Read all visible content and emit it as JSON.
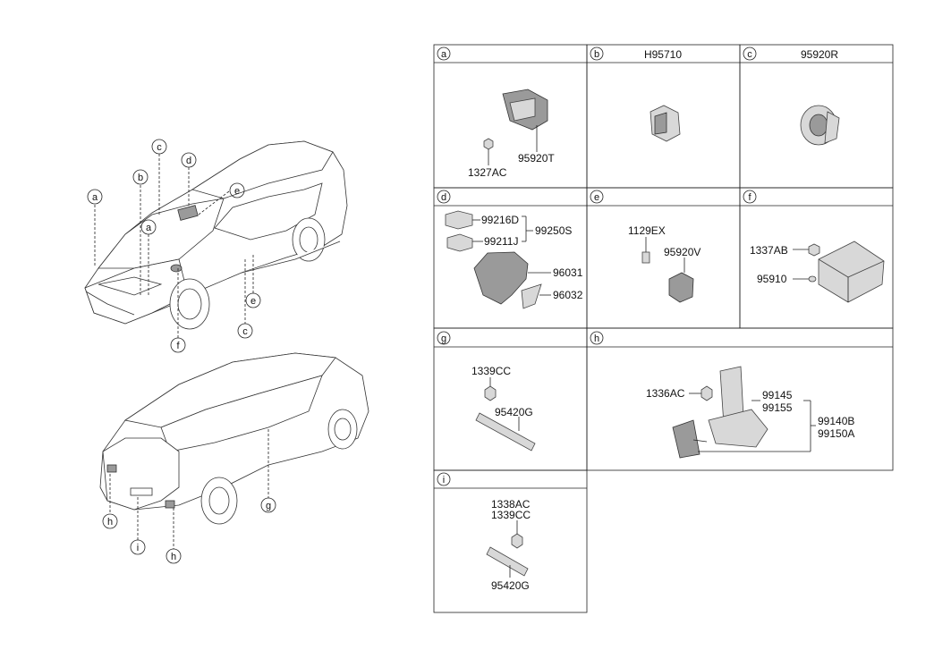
{
  "callouts": {
    "a": "a",
    "b": "b",
    "c": "c",
    "d": "d",
    "e": "e",
    "f": "f",
    "g": "g",
    "h": "h",
    "i": "i"
  },
  "panels": {
    "a": {
      "letter": "a",
      "parts": [
        "95920T",
        "1327AC"
      ]
    },
    "b": {
      "letter": "b",
      "title": "H95710"
    },
    "c": {
      "letter": "c",
      "title": "95920R"
    },
    "d": {
      "letter": "d",
      "parts": [
        "99216D",
        "99211J",
        "99250S",
        "96031",
        "96032"
      ]
    },
    "e": {
      "letter": "e",
      "parts": [
        "1129EX",
        "95920V"
      ]
    },
    "f": {
      "letter": "f",
      "parts": [
        "1337AB",
        "95910"
      ]
    },
    "g": {
      "letter": "g",
      "parts": [
        "1339CC",
        "95420G"
      ]
    },
    "h": {
      "letter": "h",
      "parts": [
        "1336AC",
        "99145",
        "99155",
        "99140B",
        "99150A"
      ]
    },
    "i": {
      "letter": "i",
      "parts": [
        "1338AC",
        "1339CC",
        "95420G"
      ]
    }
  }
}
